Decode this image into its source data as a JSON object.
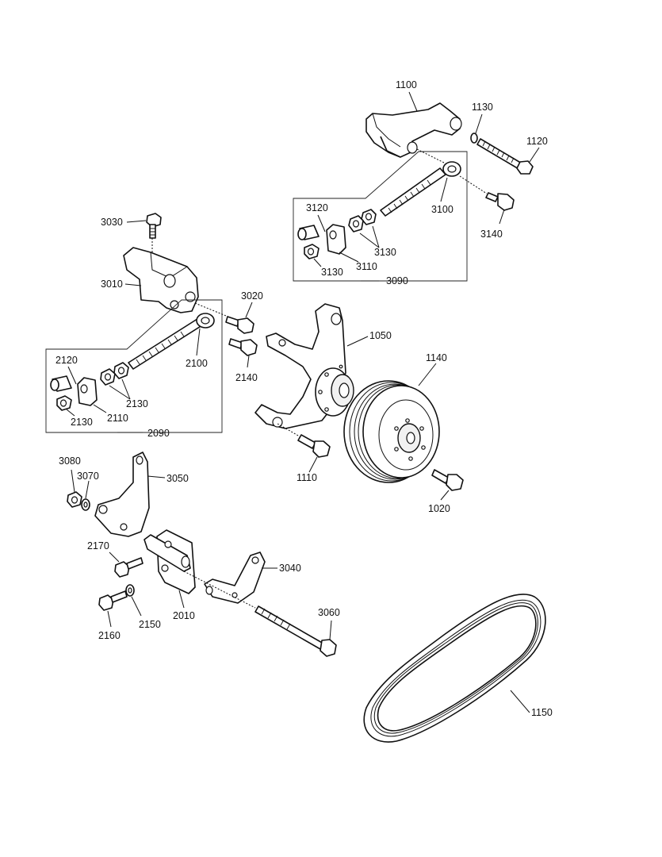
{
  "labels": {
    "p1100": "1100",
    "p1130": "1130",
    "p1120": "1120",
    "p3120": "3120",
    "p3100": "3100",
    "p3140": "3140",
    "p3130a": "3130",
    "p3130b": "3130",
    "p3110": "3110",
    "p3090": "3090",
    "p3030": "3030",
    "p3010": "3010",
    "p3020": "3020",
    "p1050": "1050",
    "p2140": "2140",
    "p2100": "2100",
    "p1140": "1140",
    "p2120": "2120",
    "p2130a": "2130",
    "p2130b": "2130",
    "p2110": "2110",
    "p2090": "2090",
    "p1110": "1110",
    "p1020": "1020",
    "p3080": "3080",
    "p3070": "3070",
    "p3050": "3050",
    "p2170": "2170",
    "p3040": "3040",
    "p2160": "2160",
    "p2150": "2150",
    "p2010": "2010",
    "p3060": "3060",
    "p1150": "1150"
  }
}
